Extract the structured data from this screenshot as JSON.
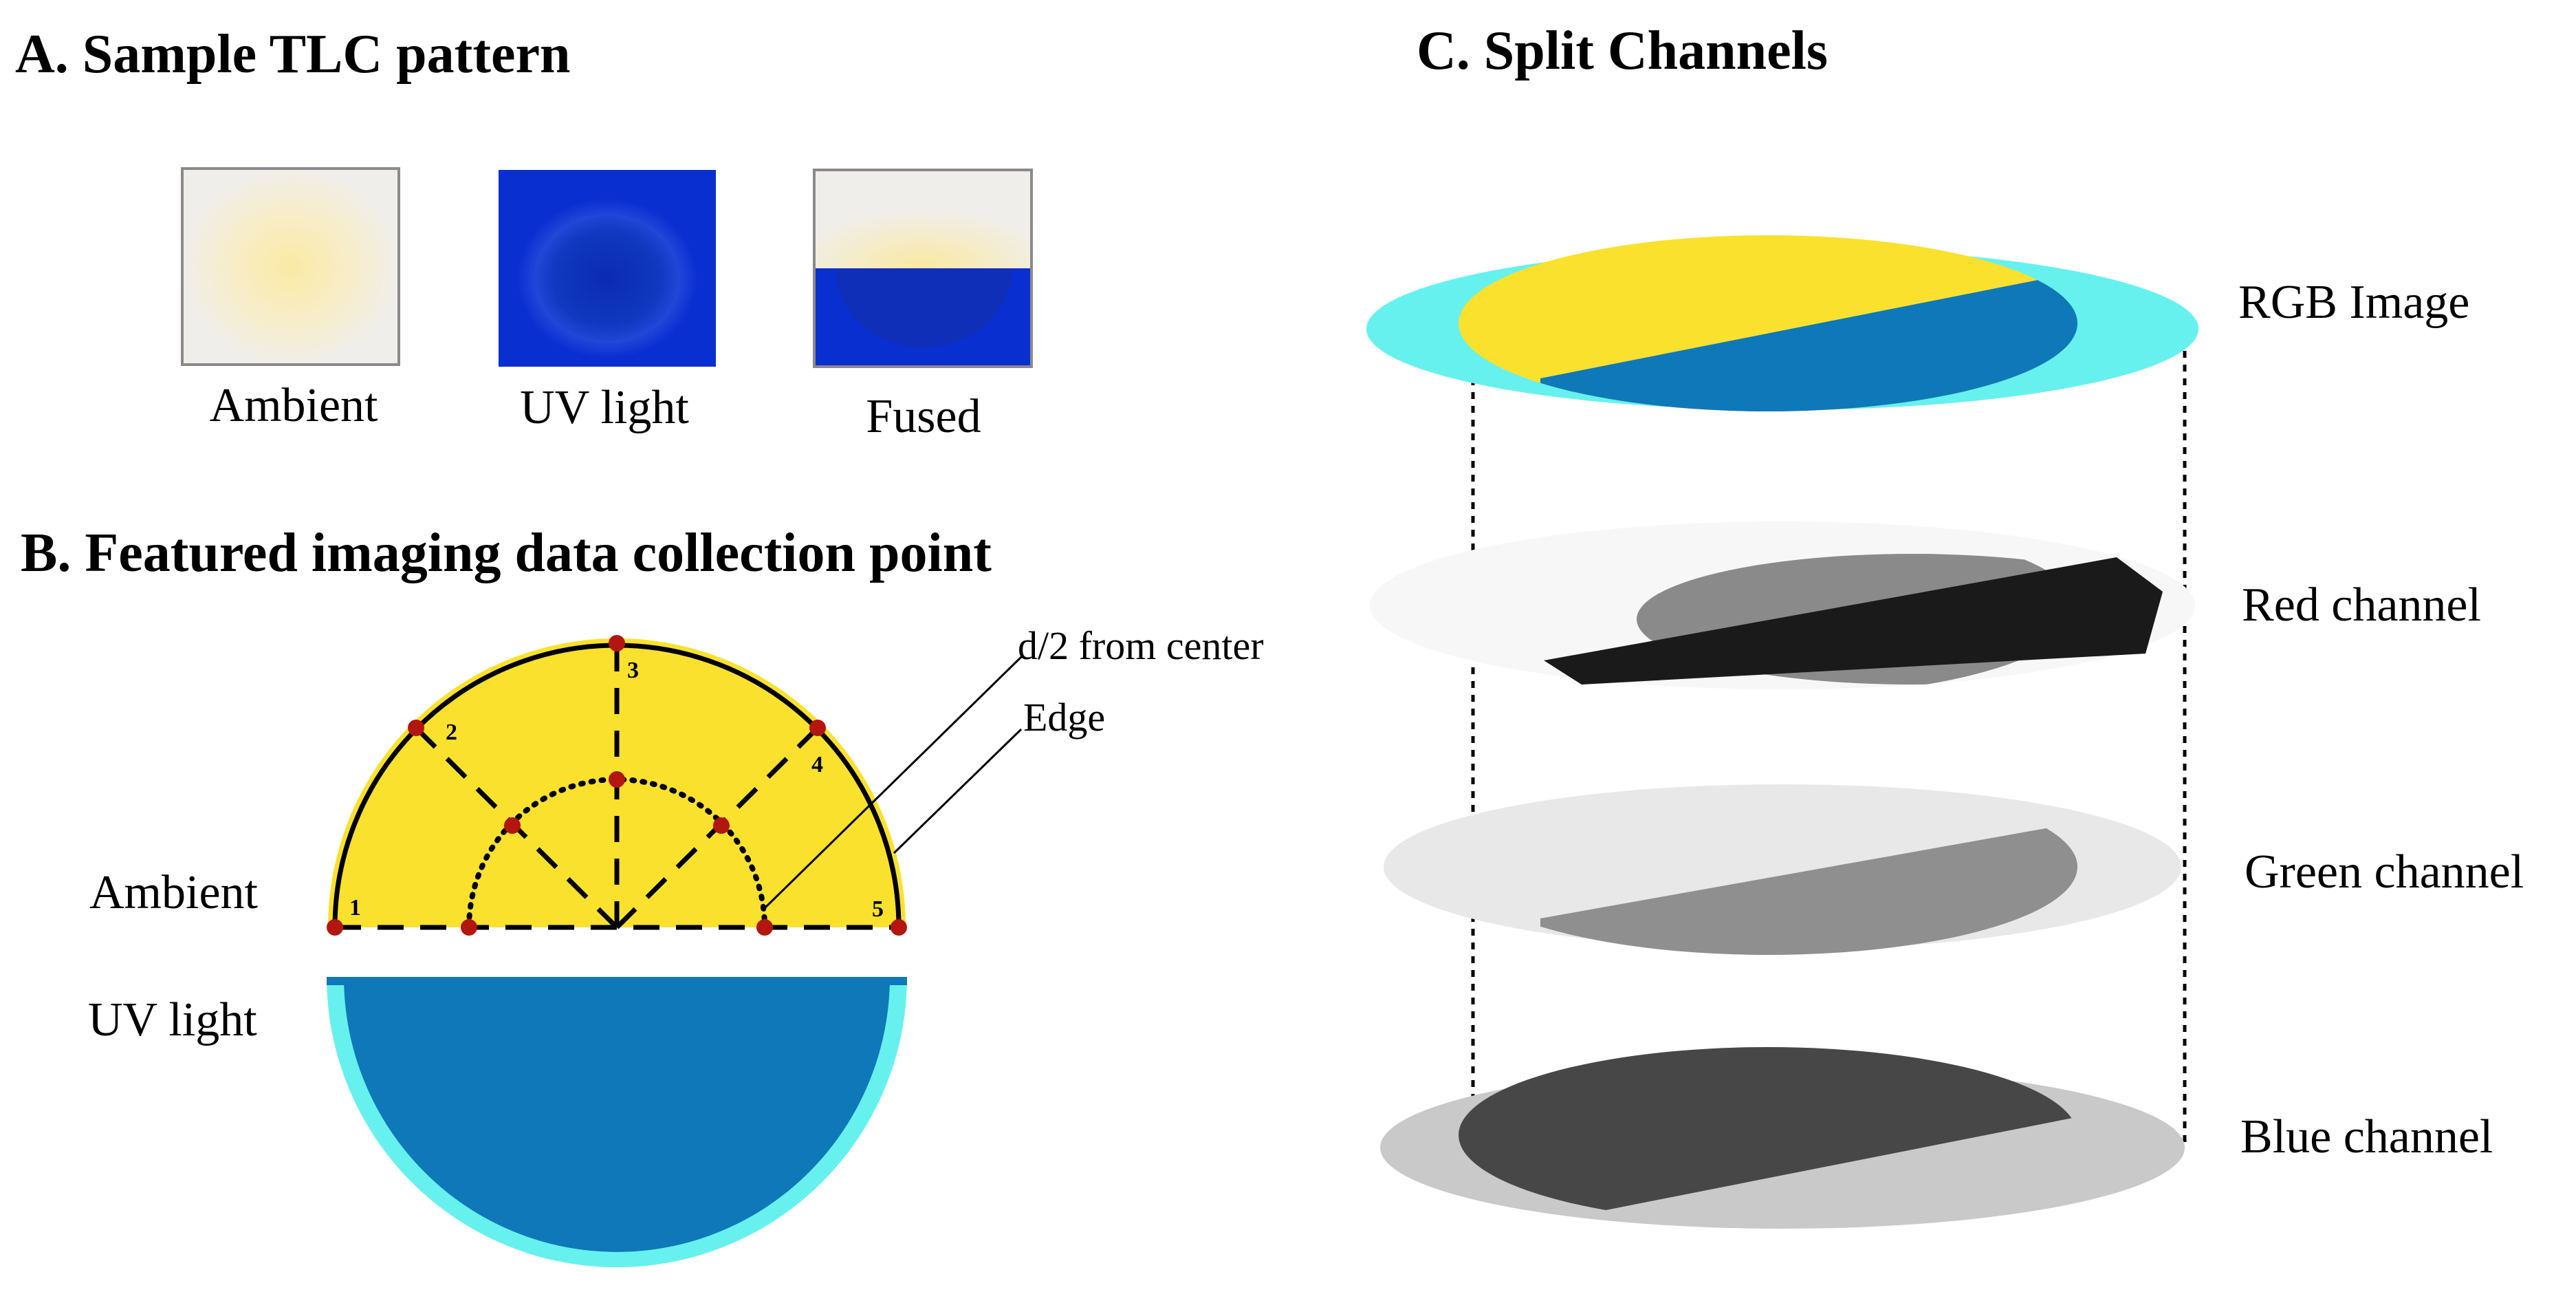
{
  "panel_a": {
    "heading": "A. Sample TLC pattern",
    "tiles": [
      {
        "label": "Ambient"
      },
      {
        "label": "UV light"
      },
      {
        "label": "Fused"
      }
    ]
  },
  "panel_b": {
    "heading": "B. Featured imaging data collection point",
    "ambient_label": "Ambient",
    "uv_label": "UV light",
    "callout_mid": "d/2 from center",
    "callout_edge": "Edge",
    "point_numbers": [
      "1",
      "2",
      "3",
      "4",
      "5"
    ]
  },
  "panel_c": {
    "heading": "C. Split Channels",
    "layers": [
      {
        "label": "RGB Image"
      },
      {
        "label": "Red channel"
      },
      {
        "label": "Green channel"
      },
      {
        "label": "Blue channel"
      }
    ]
  },
  "colors": {
    "yellow": "#f9e12e",
    "uv_blue": "#0a2fd0",
    "sample_blue": "#0f78b8",
    "cyan_rim": "#66f1ef",
    "point_red": "#b3150f"
  }
}
